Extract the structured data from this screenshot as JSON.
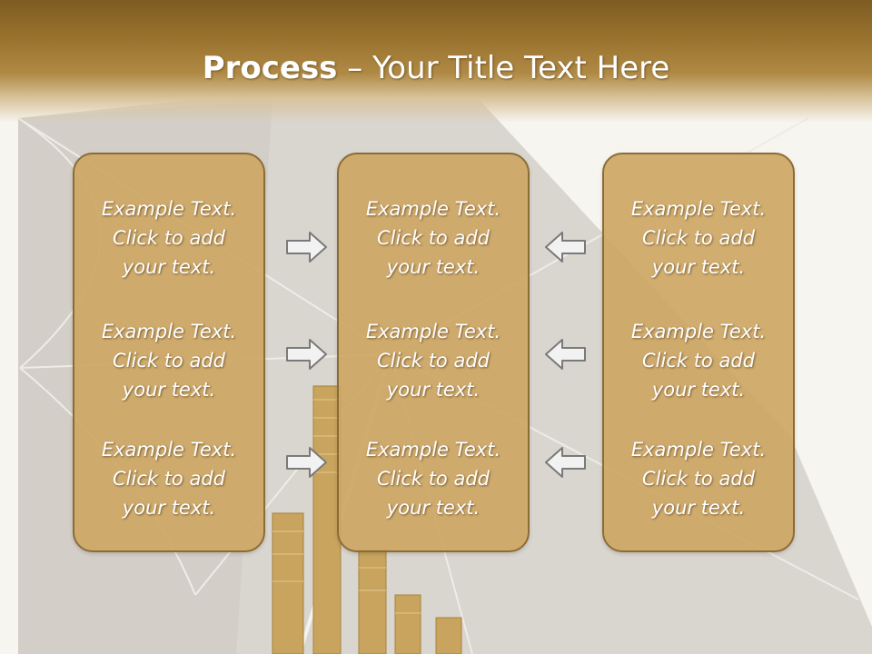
{
  "slide": {
    "title_bold": "Process",
    "title_rest": " – Your Title Text Here"
  },
  "columns": [
    {
      "items": [
        {
          "line1": "Example Text.",
          "line2": "Click  to add",
          "line3": "your text."
        },
        {
          "line1": "Example Text.",
          "line2": "Click  to add",
          "line3": "your text."
        },
        {
          "line1": "Example Text.",
          "line2": "Click  to add",
          "line3": "your text."
        }
      ]
    },
    {
      "items": [
        {
          "line1": "Example Text.",
          "line2": "Click  to add",
          "line3": "your text."
        },
        {
          "line1": "Example Text.",
          "line2": "Click  to add",
          "line3": "your text."
        },
        {
          "line1": "Example Text.",
          "line2": "Click  to add",
          "line3": "your text."
        }
      ]
    },
    {
      "items": [
        {
          "line1": "Example Text.",
          "line2": "Click  to add",
          "line3": "your text."
        },
        {
          "line1": "Example Text.",
          "line2": "Click  to add",
          "line3": "your text."
        },
        {
          "line1": "Example Text.",
          "line2": "Click  to add",
          "line3": "your text."
        }
      ]
    }
  ],
  "arrows": {
    "left_group": "right-arrow-icon",
    "right_group": "left-arrow-icon"
  },
  "colors": {
    "header": "#98712d",
    "box_fill": "#cea765",
    "box_border": "#8c6c36",
    "text": "#ffffff"
  }
}
